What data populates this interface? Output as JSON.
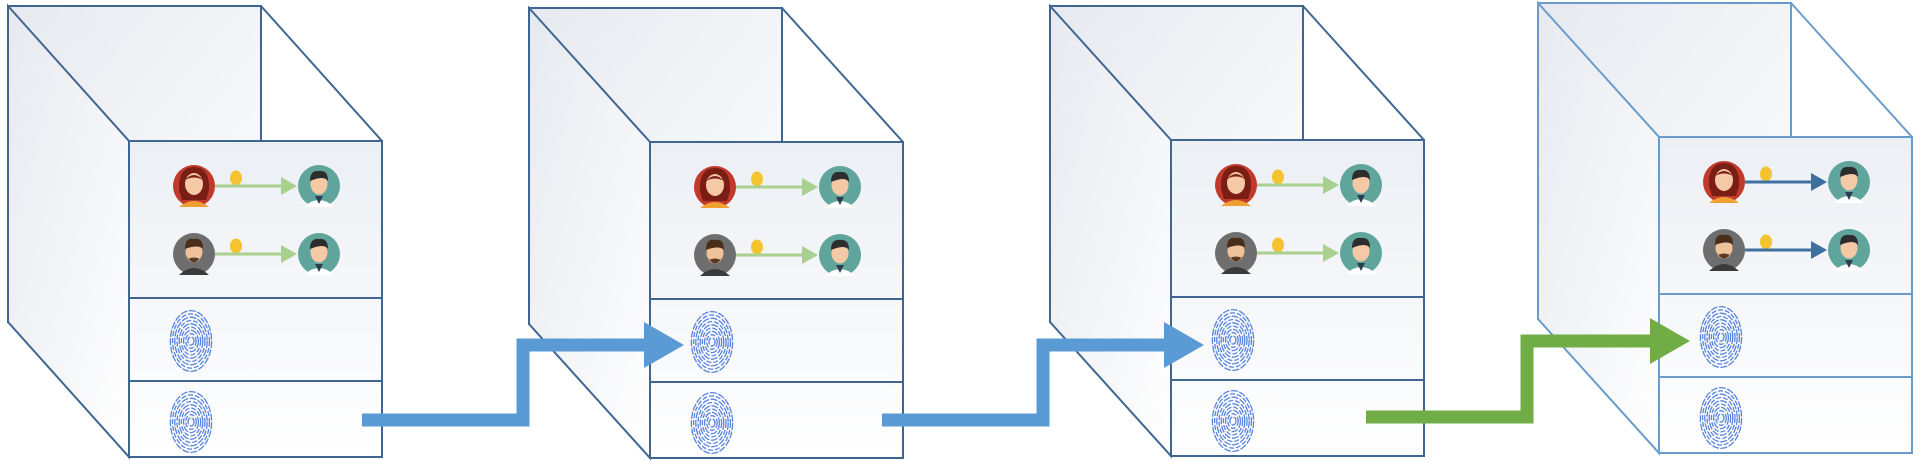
{
  "diagram": {
    "colors": {
      "block_edge": "#3f6691",
      "block_edge_last": "#6a9ccb",
      "face_gradient_top": "#eceff4",
      "face_gradient_bottom": "#ffffff",
      "transfer_arrow_small": "#a9d08e",
      "transfer_arrow_small_last": "#3e6f9f",
      "coin": "#f4c430",
      "link_arrow_blue": "#5b9bd5",
      "link_arrow_green": "#70ad47",
      "fingerprint": "#3c6fd8",
      "avatar_female_bg": "#c0392b",
      "avatar_male_dark_bg": "#6e6e6e",
      "avatar_receiver_bg": "#5fa59b"
    },
    "blocks": [
      {
        "icons": [
          "female-avatar-icon",
          "coin-icon",
          "male-avatar-icon",
          "bearded-avatar-icon",
          "fingerprint-icon"
        ],
        "style": "dark"
      },
      {
        "icons": [
          "female-avatar-icon",
          "coin-icon",
          "male-avatar-icon",
          "bearded-avatar-icon",
          "fingerprint-icon"
        ],
        "style": "dark"
      },
      {
        "icons": [
          "female-avatar-icon",
          "coin-icon",
          "male-avatar-icon",
          "bearded-avatar-icon",
          "fingerprint-icon"
        ],
        "style": "dark"
      },
      {
        "icons": [
          "female-avatar-icon",
          "coin-icon",
          "male-avatar-icon",
          "bearded-avatar-icon",
          "fingerprint-icon"
        ],
        "style": "light"
      }
    ],
    "links": [
      {
        "from": 1,
        "to": 2,
        "color": "blue"
      },
      {
        "from": 2,
        "to": 3,
        "color": "blue"
      },
      {
        "from": 3,
        "to": 4,
        "color": "green"
      }
    ]
  }
}
